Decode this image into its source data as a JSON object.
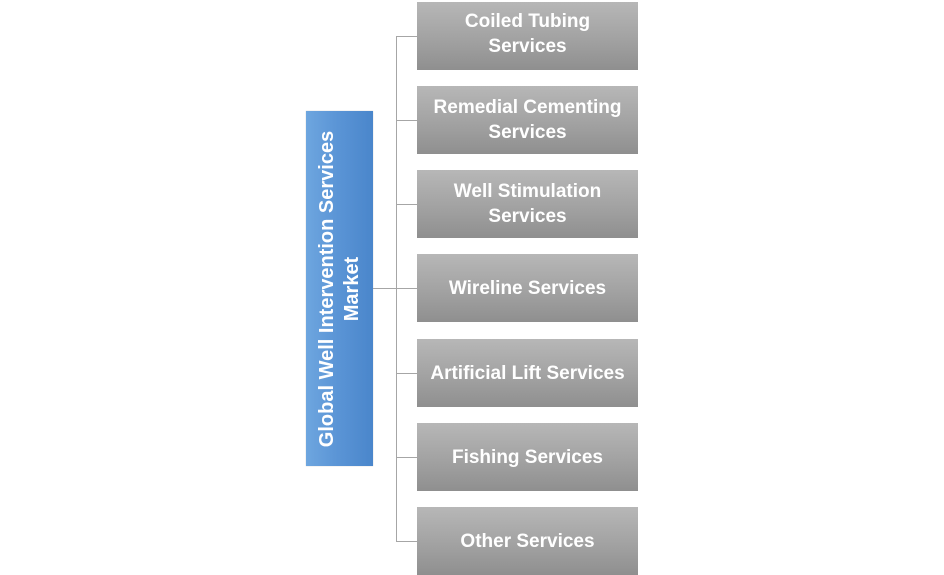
{
  "diagram": {
    "root": {
      "label": "Global Well Intervention Services Market"
    },
    "children": [
      {
        "label": "Coiled Tubing Services"
      },
      {
        "label": "Remedial Cementing Services"
      },
      {
        "label": "Well Stimulation Services"
      },
      {
        "label": "Wireline Services"
      },
      {
        "label": "Artificial Lift Services"
      },
      {
        "label": "Fishing Services"
      },
      {
        "label": "Other Services"
      }
    ],
    "colors": {
      "root_fill": "#5b95d6",
      "child_fill": "#a2a2a2",
      "connector": "#a6a6a6",
      "text": "#ffffff"
    }
  }
}
